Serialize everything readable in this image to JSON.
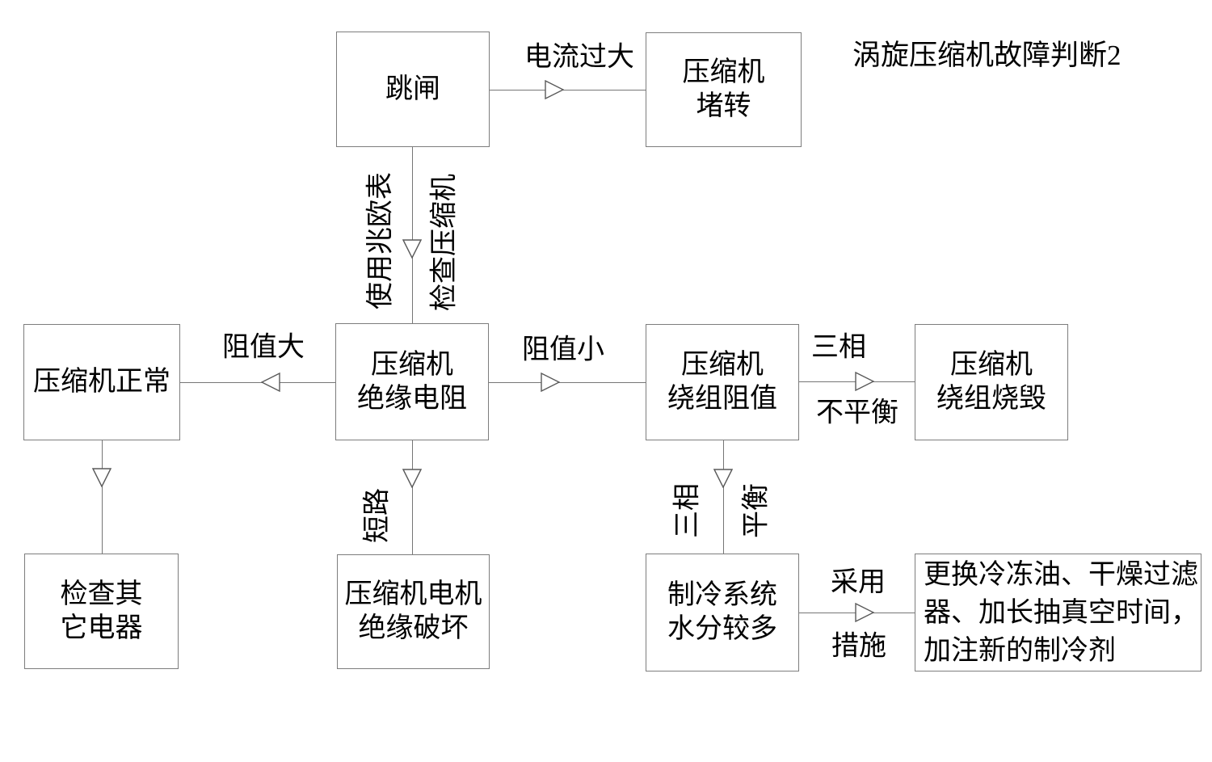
{
  "title": "涡旋压缩机故障判断2",
  "nodes": {
    "trip": {
      "lines": [
        "跳闸"
      ]
    },
    "compressor_locked": {
      "lines": [
        "压缩机",
        "堵转"
      ]
    },
    "insulation_resistance": {
      "lines": [
        "压缩机",
        "绝缘电阻"
      ]
    },
    "compressor_normal": {
      "lines": [
        "压缩机正常"
      ]
    },
    "winding_resistance": {
      "lines": [
        "压缩机",
        "绕组阻值"
      ]
    },
    "winding_burned": {
      "lines": [
        "压缩机",
        "绕组烧毁"
      ]
    },
    "check_other_devices": {
      "lines": [
        "检查其",
        "它电器"
      ]
    },
    "motor_insulation_damaged": {
      "lines": [
        "压缩机电机",
        "绝缘破坏"
      ]
    },
    "system_moisture": {
      "lines": [
        "制冷系统",
        "水分较多"
      ]
    },
    "remedy": {
      "lines": [
        "更换冷冻油、干燥过滤",
        "器、加长抽真空时间，",
        "加注新的制冷剂"
      ]
    }
  },
  "edge_labels": {
    "current_too_large": "电流过大",
    "use_megohmmeter": "使用兆欧表",
    "check_compressor": "检查压缩机",
    "resistance_large": "阻值大",
    "resistance_small": "阻值小",
    "three_phase_horizontal": "三相",
    "unbalanced": "不平衡",
    "short_circuit": "短路",
    "three_phase_vertical": "三相",
    "balanced": "平衡",
    "adopt": "采用",
    "measures": "措施"
  },
  "colors": {
    "line": "#767676",
    "border": "#7d7d7d",
    "text": "#000000",
    "background": "#ffffff"
  }
}
